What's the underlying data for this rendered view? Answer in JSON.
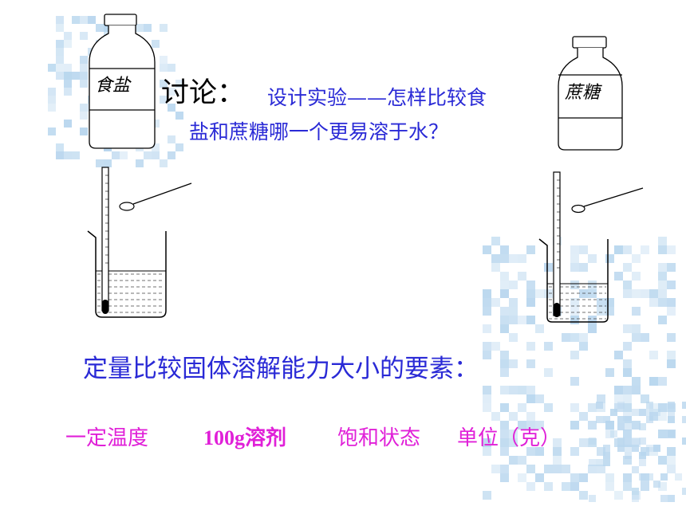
{
  "slide": {
    "heading": "讨论：",
    "question_line1": "设计实验——怎样比较食",
    "question_line2": "盐和蔗糖哪一个更易溶于水？",
    "factors_title": "定量比较固体溶解能力大小的要素：",
    "factors": [
      "一定温度",
      "100g溶剂",
      "饱和状态",
      "单位（克）"
    ]
  },
  "bottles": {
    "left_label": "食盐",
    "right_label": "蔗糖"
  },
  "colors": {
    "title_blue": "#2a2ad6",
    "factor_magenta": "#e020d8",
    "decor_blue": "#b8d6ee"
  }
}
